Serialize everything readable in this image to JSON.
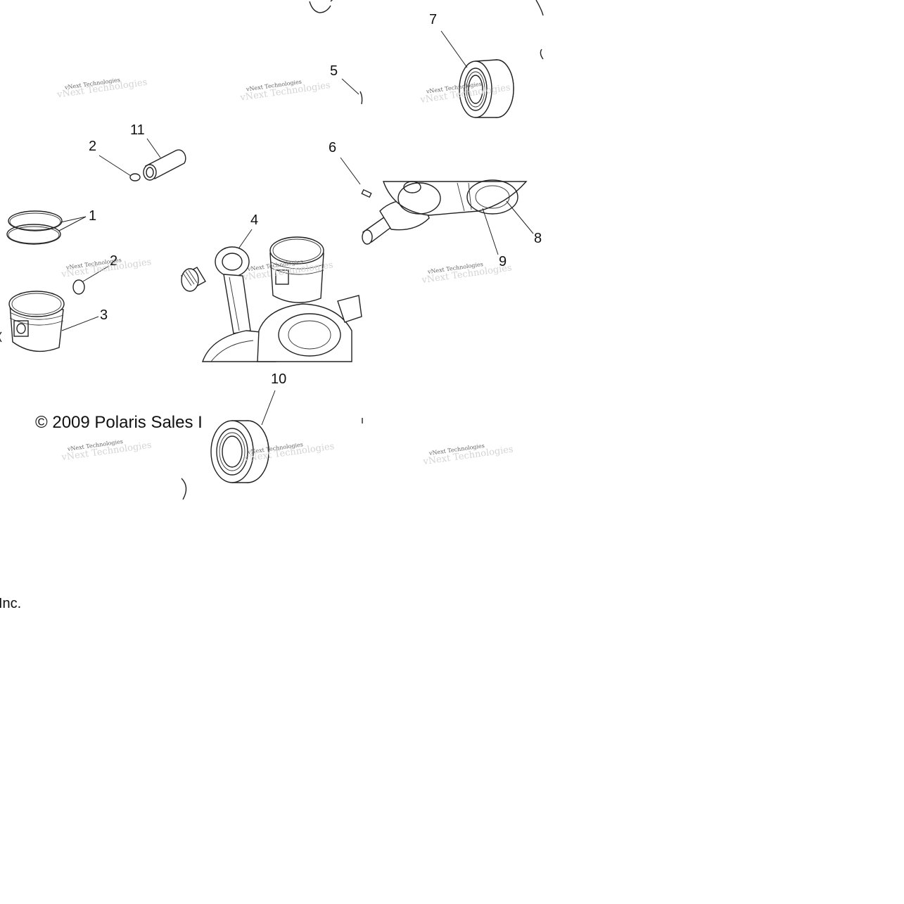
{
  "callouts": {
    "c1": "1",
    "c2a": "2",
    "c2b": "2",
    "c3": "3",
    "c4": "4",
    "c5": "5",
    "c6": "6",
    "c7": "7",
    "c8": "8",
    "c9": "9",
    "c10": "10",
    "c11": "11"
  },
  "copyright": {
    "line1": "© 2009 Polaris Sales I",
    "line2": "Inc."
  },
  "watermark": {
    "text": "vNext Technologies"
  }
}
